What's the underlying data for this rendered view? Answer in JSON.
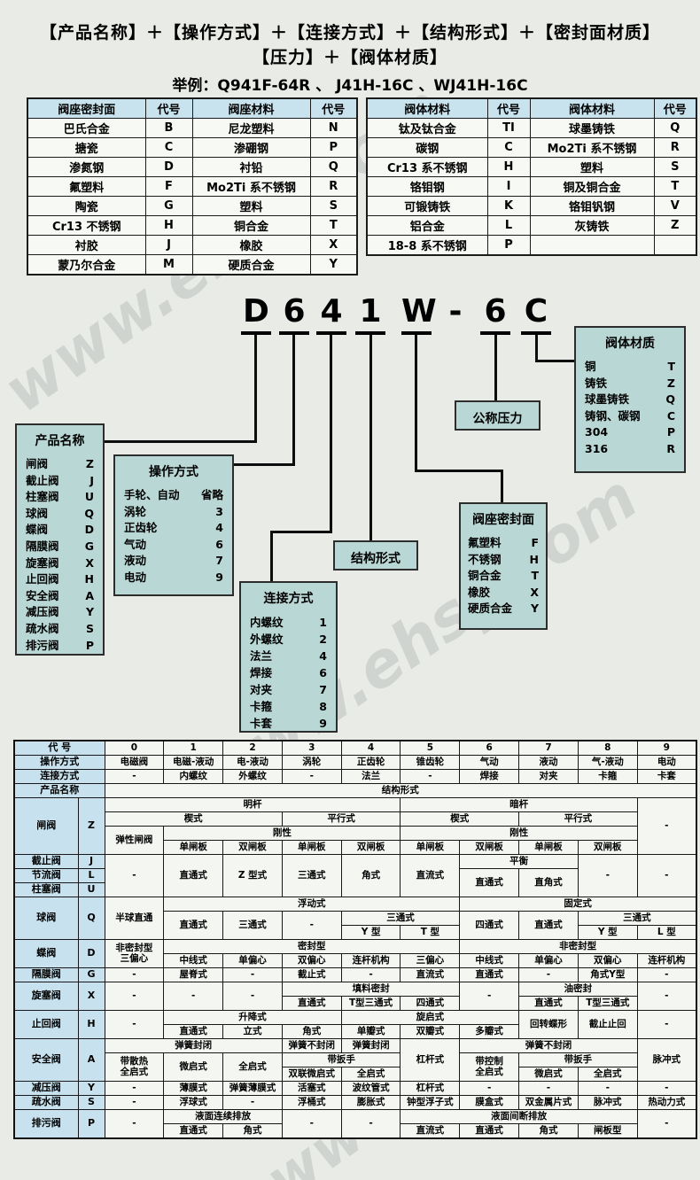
{
  "watermark": "www.ehsy.com",
  "header": {
    "line1": "【产品名称】＋【操作方式】＋【连接方式】＋【结构形式】＋【密封面材质】",
    "line2": "【压力】＋【阀体材质】",
    "example_label": "举例：",
    "example_codes": "Q941F-64R 、 J41H-16C 、WJ41H-16C"
  },
  "seat_table": {
    "rows": [
      [
        {
          "t": "阀座密封面",
          "h": 1
        },
        {
          "t": "代号",
          "h": 1
        },
        {
          "t": "阀座材料",
          "h": 1
        },
        {
          "t": "代号",
          "h": 1
        }
      ],
      [
        {
          "t": "巴氏合金"
        },
        {
          "t": "B"
        },
        {
          "t": "尼龙塑料"
        },
        {
          "t": "N"
        }
      ],
      [
        {
          "t": "搪瓷"
        },
        {
          "t": "C"
        },
        {
          "t": "渗硼钢"
        },
        {
          "t": "P"
        }
      ],
      [
        {
          "t": "渗氮钢"
        },
        {
          "t": "D"
        },
        {
          "t": "衬铅"
        },
        {
          "t": "Q"
        }
      ],
      [
        {
          "t": "氟塑料"
        },
        {
          "t": "F"
        },
        {
          "t": "Mo2Ti 系不锈钢"
        },
        {
          "t": "R"
        }
      ],
      [
        {
          "t": "陶瓷"
        },
        {
          "t": "G"
        },
        {
          "t": "塑料"
        },
        {
          "t": "S"
        }
      ],
      [
        {
          "t": "Cr13 不锈钢"
        },
        {
          "t": "H"
        },
        {
          "t": "铜合金"
        },
        {
          "t": "T"
        }
      ],
      [
        {
          "t": "衬胶"
        },
        {
          "t": "J"
        },
        {
          "t": "橡胶"
        },
        {
          "t": "X"
        }
      ],
      [
        {
          "t": "蒙乃尔合金"
        },
        {
          "t": "M"
        },
        {
          "t": "硬质合金"
        },
        {
          "t": "Y"
        }
      ]
    ]
  },
  "body_table": {
    "rows": [
      [
        {
          "t": "阀体材料",
          "h": 1
        },
        {
          "t": "代号",
          "h": 1
        },
        {
          "t": "阀体材料",
          "h": 1
        },
        {
          "t": "代号",
          "h": 1
        }
      ],
      [
        {
          "t": "钛及钛合金"
        },
        {
          "t": "TI"
        },
        {
          "t": "球墨铸铁"
        },
        {
          "t": "Q"
        }
      ],
      [
        {
          "t": "碳钢"
        },
        {
          "t": "C"
        },
        {
          "t": "Mo2Ti 系不锈钢"
        },
        {
          "t": "R"
        }
      ],
      [
        {
          "t": "Cr13 系不锈钢"
        },
        {
          "t": "H"
        },
        {
          "t": "塑料"
        },
        {
          "t": "S"
        }
      ],
      [
        {
          "t": "铬钼钢"
        },
        {
          "t": "I"
        },
        {
          "t": "铜及铜合金"
        },
        {
          "t": "T"
        }
      ],
      [
        {
          "t": "可锻铸铁"
        },
        {
          "t": "K"
        },
        {
          "t": "铬钼钒钢"
        },
        {
          "t": "V"
        }
      ],
      [
        {
          "t": "铝合金"
        },
        {
          "t": "L"
        },
        {
          "t": "灰铸铁"
        },
        {
          "t": "Z"
        }
      ],
      [
        {
          "t": "18-8 系不锈钢"
        },
        {
          "t": "P"
        },
        {
          "t": ""
        },
        {
          "t": ""
        }
      ]
    ]
  },
  "model_code": {
    "value": "D641W-6C",
    "chars": [
      {
        "ch": "D",
        "u": 1
      },
      {
        "ch": "6",
        "u": 1
      },
      {
        "ch": "4",
        "u": 1
      },
      {
        "ch": "1",
        "u": 1
      },
      {
        "ch": "W",
        "u": 1
      },
      {
        "ch": "-",
        "u": 0
      },
      {
        "ch": "6",
        "u": 1
      },
      {
        "ch": "C",
        "u": 1
      }
    ]
  },
  "diagram": {
    "product": {
      "title": "产品名称",
      "items": [
        {
          "label": "闸阀",
          "code": "Z"
        },
        {
          "label": "截止阀",
          "code": "J"
        },
        {
          "label": "柱塞阀",
          "code": "U"
        },
        {
          "label": "球阀",
          "code": "Q"
        },
        {
          "label": "蝶阀",
          "code": "D"
        },
        {
          "label": "隔膜阀",
          "code": "G"
        },
        {
          "label": "旋塞阀",
          "code": "X"
        },
        {
          "label": "止回阀",
          "code": "H"
        },
        {
          "label": "安全阀",
          "code": "A"
        },
        {
          "label": "减压阀",
          "code": "Y"
        },
        {
          "label": "疏水阀",
          "code": "S"
        },
        {
          "label": "排污阀",
          "code": "P"
        }
      ]
    },
    "operation": {
      "title": "操作方式",
      "items": [
        {
          "label": "手轮、自动",
          "code": "省略"
        },
        {
          "label": "涡轮",
          "code": "3"
        },
        {
          "label": "正齿轮",
          "code": "4"
        },
        {
          "label": "气动",
          "code": "6"
        },
        {
          "label": "液动",
          "code": "7"
        },
        {
          "label": "电动",
          "code": "9"
        }
      ]
    },
    "connection": {
      "title": "连接方式",
      "items": [
        {
          "label": "内螺纹",
          "code": "1"
        },
        {
          "label": "外螺纹",
          "code": "2"
        },
        {
          "label": "法兰",
          "code": "4"
        },
        {
          "label": "焊接",
          "code": "6"
        },
        {
          "label": "对夹",
          "code": "7"
        },
        {
          "label": "卡箍",
          "code": "8"
        },
        {
          "label": "卡套",
          "code": "9"
        }
      ]
    },
    "structure": {
      "title": "结构形式",
      "items": []
    },
    "pressure": {
      "title": "公称压力",
      "items": []
    },
    "seat_seal": {
      "title": "阀座密封面",
      "items": [
        {
          "label": "氟塑料",
          "code": "F"
        },
        {
          "label": "不锈钢",
          "code": "H"
        },
        {
          "label": "铜合金",
          "code": "T"
        },
        {
          "label": "橡胶",
          "code": "X"
        },
        {
          "label": "硬质合金",
          "code": "Y"
        }
      ]
    },
    "body_material": {
      "title": "阀体材质",
      "items": [
        {
          "label": "铜",
          "code": "T"
        },
        {
          "label": "铸铁",
          "code": "Z"
        },
        {
          "label": "球墨铸铁",
          "code": "Q"
        },
        {
          "label": "铸钢、碳钢",
          "code": "C"
        },
        {
          "label": "304",
          "code": "P"
        },
        {
          "label": "316",
          "code": "R"
        }
      ]
    }
  },
  "matrix": {
    "rows": [
      [
        {
          "t": "代 号",
          "c": 2,
          "h": 1
        },
        {
          "t": "0"
        },
        {
          "t": "1"
        },
        {
          "t": "2"
        },
        {
          "t": "3"
        },
        {
          "t": "4"
        },
        {
          "t": "5"
        },
        {
          "t": "6"
        },
        {
          "t": "7"
        },
        {
          "t": "8"
        },
        {
          "t": "9"
        }
      ],
      [
        {
          "t": "操作方式",
          "c": 2,
          "h": 1
        },
        {
          "t": "电磁阀"
        },
        {
          "t": "电磁-液动"
        },
        {
          "t": "电-液动"
        },
        {
          "t": "涡轮"
        },
        {
          "t": "正齿轮"
        },
        {
          "t": "锥齿轮"
        },
        {
          "t": "气动"
        },
        {
          "t": "液动"
        },
        {
          "t": "气-液动"
        },
        {
          "t": "电动"
        }
      ],
      [
        {
          "t": "连接方式",
          "c": 2,
          "h": 1
        },
        {
          "t": "-"
        },
        {
          "t": "内螺纹"
        },
        {
          "t": "外螺纹"
        },
        {
          "t": "-"
        },
        {
          "t": "法兰"
        },
        {
          "t": "-"
        },
        {
          "t": "焊接"
        },
        {
          "t": "对夹"
        },
        {
          "t": "卡箍"
        },
        {
          "t": "卡套"
        }
      ],
      [
        {
          "t": "产品名称",
          "c": 2,
          "h": 1
        },
        {
          "t": "结构形式",
          "c": 10
        }
      ],
      [
        {
          "t": "闸阀",
          "r": 4,
          "h": 1
        },
        {
          "t": "Z",
          "r": 4,
          "h": 1
        },
        {
          "t": "明杆",
          "c": 5
        },
        {
          "t": "暗杆",
          "c": 4
        },
        {
          "t": "-",
          "r": 4
        }
      ],
      [
        {
          "t": "楔式",
          "c": 3
        },
        {
          "t": "平行式",
          "c": 2
        },
        {
          "t": "楔式",
          "c": 2
        },
        {
          "t": "平行式",
          "c": 2
        }
      ],
      [
        {
          "t": "弹性闸阀",
          "r": 2
        },
        {
          "t": "刚性",
          "c": 4
        },
        {
          "t": "刚性",
          "c": 4
        }
      ],
      [
        {
          "t": "单闸板"
        },
        {
          "t": "双闸板"
        },
        {
          "t": "单闸板"
        },
        {
          "t": "双闸板"
        },
        {
          "t": "单闸板"
        },
        {
          "t": "双闸板"
        },
        {
          "t": "单闸板"
        },
        {
          "t": "双闸板"
        }
      ],
      [
        {
          "t": "截止阀",
          "h": 1
        },
        {
          "t": "J",
          "h": 1
        },
        {
          "t": "-",
          "r": 3
        },
        {
          "t": "直通式",
          "r": 3
        },
        {
          "t": "Z 型式",
          "r": 3
        },
        {
          "t": "三通式",
          "r": 3
        },
        {
          "t": "角式",
          "r": 3
        },
        {
          "t": "直流式",
          "r": 3
        },
        {
          "t": "平衡",
          "c": 2
        },
        {
          "t": "-",
          "r": 3
        },
        {
          "t": "-",
          "r": 3
        }
      ],
      [
        {
          "t": "节流阀",
          "h": 1
        },
        {
          "t": "L",
          "h": 1
        },
        {
          "t": "直通式",
          "r": 2
        },
        {
          "t": "直角式",
          "r": 2
        }
      ],
      [
        {
          "t": "柱塞阀",
          "h": 1
        },
        {
          "t": "U",
          "h": 1
        }
      ],
      [
        {
          "t": "球阀",
          "r": 3,
          "h": 1
        },
        {
          "t": "Q",
          "r": 3,
          "h": 1
        },
        {
          "t": "半球直通",
          "r": 3
        },
        {
          "t": "浮动式",
          "c": 5
        },
        {
          "t": "固定式",
          "c": 4
        }
      ],
      [
        {
          "t": "直通式",
          "r": 2
        },
        {
          "t": "三通式",
          "r": 2
        },
        {
          "t": "-",
          "r": 2
        },
        {
          "t": "三通式",
          "c": 2
        },
        {
          "t": "四通式",
          "r": 2
        },
        {
          "t": "直通式",
          "r": 2
        },
        {
          "t": "三通式",
          "c": 2
        }
      ],
      [
        {
          "t": "Y 型"
        },
        {
          "t": "T 型"
        },
        {
          "t": "Y 型"
        },
        {
          "t": "L 型"
        }
      ],
      [
        {
          "t": "蝶阀",
          "r": 2,
          "h": 1
        },
        {
          "t": "D",
          "r": 2,
          "h": 1
        },
        {
          "t": "非密封型\n三偏心",
          "r": 2
        },
        {
          "t": "密封型",
          "c": 5
        },
        {
          "t": "非密封型",
          "c": 4
        }
      ],
      [
        {
          "t": "中线式"
        },
        {
          "t": "单偏心"
        },
        {
          "t": "双偏心"
        },
        {
          "t": "连杆机构"
        },
        {
          "t": "三偏心"
        },
        {
          "t": "中线式"
        },
        {
          "t": "单偏心"
        },
        {
          "t": "双偏心"
        },
        {
          "t": "连杆机构"
        }
      ],
      [
        {
          "t": "隔膜阀",
          "h": 1
        },
        {
          "t": "G",
          "h": 1
        },
        {
          "t": "-"
        },
        {
          "t": "屋脊式"
        },
        {
          "t": "-"
        },
        {
          "t": "截止式"
        },
        {
          "t": "-"
        },
        {
          "t": "直流式"
        },
        {
          "t": "直通式"
        },
        {
          "t": "-"
        },
        {
          "t": "角式Y型"
        },
        {
          "t": "-"
        }
      ],
      [
        {
          "t": "旋塞阀",
          "r": 2,
          "h": 1
        },
        {
          "t": "X",
          "r": 2,
          "h": 1
        },
        {
          "t": "-",
          "r": 2
        },
        {
          "t": "-",
          "r": 2
        },
        {
          "t": "-",
          "r": 2
        },
        {
          "t": "填料密封",
          "c": 3
        },
        {
          "t": "-",
          "r": 2
        },
        {
          "t": "油密封",
          "c": 2
        },
        {
          "t": "-",
          "r": 2
        }
      ],
      [
        {
          "t": "直通式"
        },
        {
          "t": "T型三通式"
        },
        {
          "t": "四通式"
        },
        {
          "t": "直通式"
        },
        {
          "t": "T型三通式"
        }
      ],
      [
        {
          "t": "止回阀",
          "r": 2,
          "h": 1
        },
        {
          "t": "H",
          "r": 2,
          "h": 1
        },
        {
          "t": "-",
          "r": 2
        },
        {
          "t": "升降式",
          "c": 3
        },
        {
          "t": "旋启式",
          "c": 3
        },
        {
          "t": "回转蝶形",
          "r": 2
        },
        {
          "t": "截止止回",
          "r": 2
        },
        {
          "t": "-",
          "r": 2
        }
      ],
      [
        {
          "t": "直通式"
        },
        {
          "t": "立式"
        },
        {
          "t": "角式"
        },
        {
          "t": "单瓣式"
        },
        {
          "t": "双瓣式"
        },
        {
          "t": "多瓣式"
        }
      ],
      [
        {
          "t": "安全阀",
          "r": 3,
          "h": 1
        },
        {
          "t": "A",
          "r": 3,
          "h": 1
        },
        {
          "t": "弹簧封闭",
          "c": 3
        },
        {
          "t": "弹簧不封闭"
        },
        {
          "t": "弹簧封闭"
        },
        {
          "t": "杠杆式",
          "r": 3
        },
        {
          "t": "弹簧不封闭",
          "c": 3
        },
        {
          "t": "脉冲式",
          "r": 3
        }
      ],
      [
        {
          "t": "带散热\n全启式",
          "r": 2
        },
        {
          "t": "微启式",
          "r": 2
        },
        {
          "t": "全启式",
          "r": 2
        },
        {
          "t": "带扳手",
          "c": 2
        },
        {
          "t": "带控制\n全启式",
          "r": 2
        },
        {
          "t": "带扳手",
          "c": 2
        }
      ],
      [
        {
          "t": "双联微启式"
        },
        {
          "t": "全启式"
        },
        {
          "t": "微启式"
        },
        {
          "t": "全启式"
        }
      ],
      [
        {
          "t": "减压阀",
          "h": 1
        },
        {
          "t": "Y",
          "h": 1
        },
        {
          "t": "-"
        },
        {
          "t": "薄膜式"
        },
        {
          "t": "弹簧薄膜式"
        },
        {
          "t": "活塞式"
        },
        {
          "t": "波纹管式"
        },
        {
          "t": "杠杆式"
        },
        {
          "t": "-"
        },
        {
          "t": "-"
        },
        {
          "t": "-"
        },
        {
          "t": "-"
        }
      ],
      [
        {
          "t": "疏水阀",
          "h": 1
        },
        {
          "t": "S",
          "h": 1
        },
        {
          "t": "-"
        },
        {
          "t": "浮球式"
        },
        {
          "t": "-"
        },
        {
          "t": "浮桶式"
        },
        {
          "t": "膨胀式"
        },
        {
          "t": "钟型浮子式"
        },
        {
          "t": "膜盒式"
        },
        {
          "t": "双金属片式"
        },
        {
          "t": "脉冲式"
        },
        {
          "t": "热动力式"
        }
      ],
      [
        {
          "t": "排污阀",
          "r": 2,
          "h": 1
        },
        {
          "t": "P",
          "r": 2,
          "h": 1
        },
        {
          "t": "-",
          "r": 2
        },
        {
          "t": "液面连续排放",
          "c": 2
        },
        {
          "t": "-",
          "r": 2
        },
        {
          "t": "-",
          "r": 2
        },
        {
          "t": "液面间断排放",
          "c": 4
        },
        {
          "t": "-",
          "r": 2
        }
      ],
      [
        {
          "t": "直通式"
        },
        {
          "t": "角式"
        },
        {
          "t": "直流式"
        },
        {
          "t": "直通式"
        },
        {
          "t": "角式"
        },
        {
          "t": "闸板型"
        }
      ]
    ]
  }
}
